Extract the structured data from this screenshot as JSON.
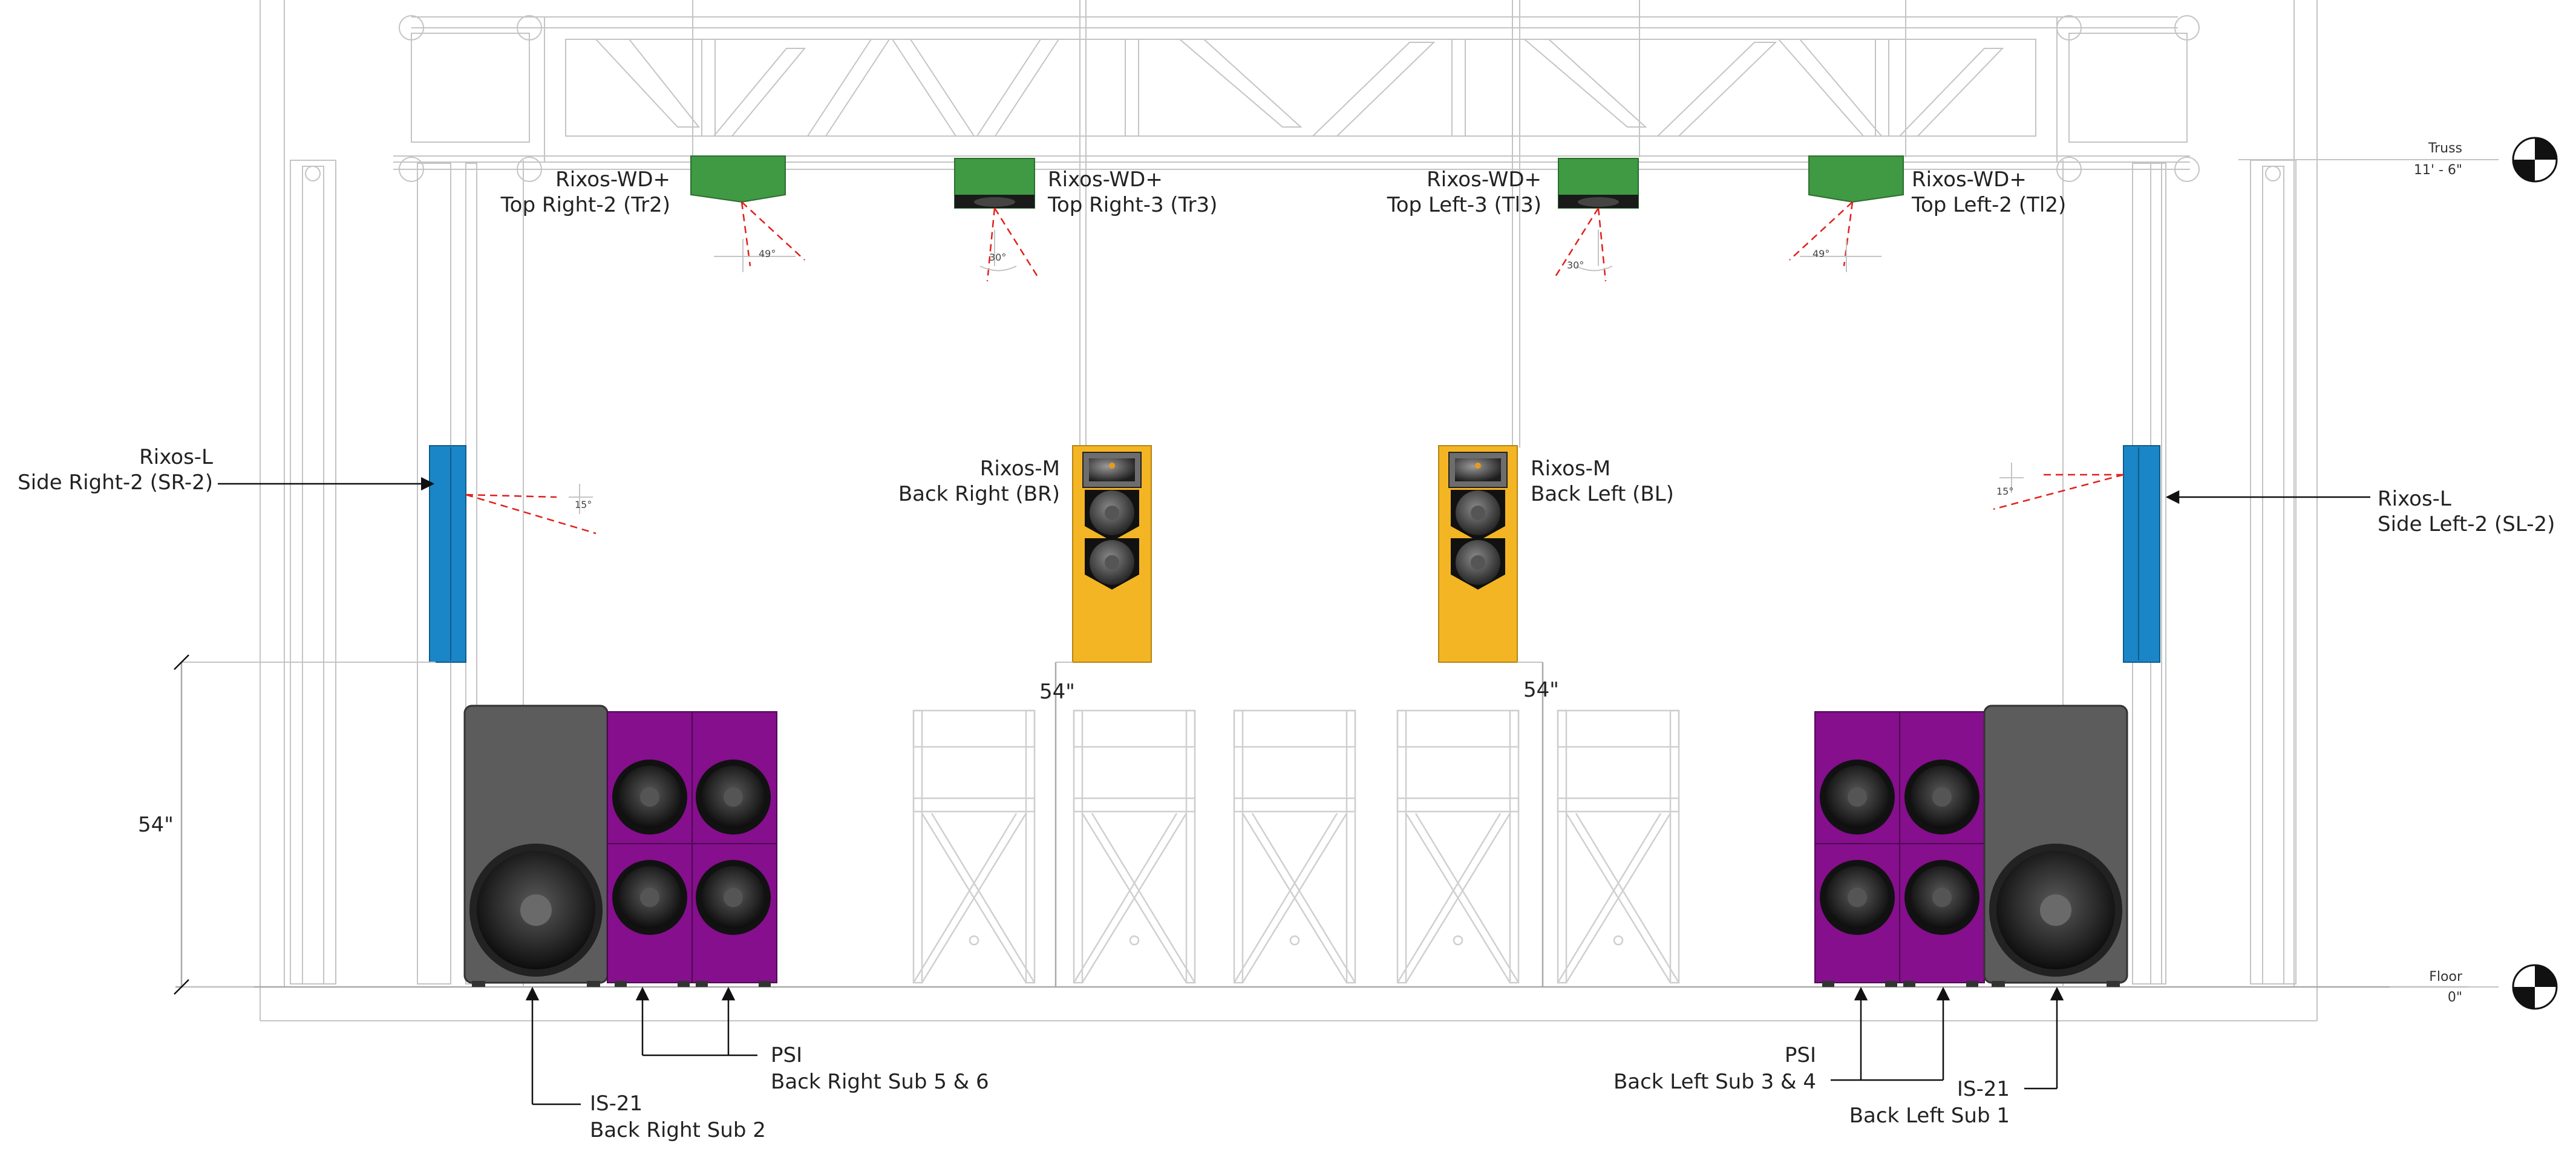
{
  "speakers": {
    "tr2": {
      "model": "Rixos-WD+",
      "name": "Top Right-2 (Tr2)",
      "angle": "49°"
    },
    "tr3": {
      "model": "Rixos-WD+",
      "name": "Top Right-3 (Tr3)",
      "angle": "30°"
    },
    "tl3": {
      "model": "Rixos-WD+",
      "name": "Top Left-3 (Tl3)",
      "angle": "30°"
    },
    "tl2": {
      "model": "Rixos-WD+",
      "name": "Top Left-2 (Tl2)",
      "angle": "49°"
    },
    "sr2": {
      "model": "Rixos-L",
      "name": "Side Right-2  (SR-2)",
      "angle": "15°"
    },
    "sl2": {
      "model": "Rixos-L",
      "name": "Side Left-2  (SL-2)",
      "angle": "15°"
    },
    "br": {
      "model": "Rixos-M",
      "name": "Back Right  (BR)"
    },
    "bl": {
      "model": "Rixos-M",
      "name": "Back Left  (BL)"
    },
    "sub_right_is21": {
      "model": "IS-21",
      "name": "Back Right Sub 2"
    },
    "sub_right_psi": {
      "model": "PSI",
      "name": "Back Right Sub 5 & 6"
    },
    "sub_left_psi": {
      "model": "PSI",
      "name": "Back Left Sub 3 & 4"
    },
    "sub_left_is21": {
      "model": "IS-21",
      "name": "Back Left Sub 1"
    }
  },
  "dimensions": {
    "sub_height": "54\"",
    "br_height": "54\"",
    "bl_height": "54\""
  },
  "levels": {
    "truss": {
      "name": "Truss",
      "value": "11' - 6\""
    },
    "floor": {
      "name": "Floor",
      "value": "0\""
    }
  },
  "colors": {
    "wd": "#3f9a43",
    "side": "#1a86c7",
    "mid": "#f4b524",
    "sub_psi": "#850f8c",
    "sub_is21": "#5c5c5c",
    "ray": "#e0201c"
  }
}
